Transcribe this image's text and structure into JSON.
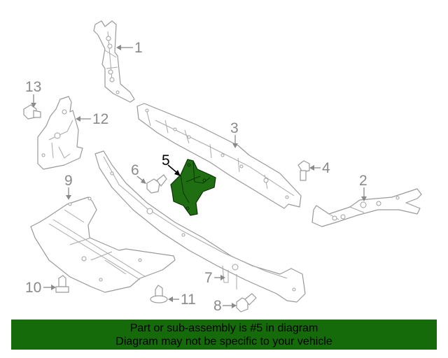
{
  "diagram": {
    "highlighted_part": "5",
    "colors": {
      "highlight": "#1f6e12",
      "banner": "#156a0a",
      "line": "#9a9a9a"
    },
    "callouts": [
      {
        "id": "1",
        "label": "1"
      },
      {
        "id": "2",
        "label": "2"
      },
      {
        "id": "3",
        "label": "3"
      },
      {
        "id": "4",
        "label": "4"
      },
      {
        "id": "5",
        "label": "5"
      },
      {
        "id": "6",
        "label": "6"
      },
      {
        "id": "7",
        "label": "7"
      },
      {
        "id": "8",
        "label": "8"
      },
      {
        "id": "9",
        "label": "9"
      },
      {
        "id": "10",
        "label": "10"
      },
      {
        "id": "11",
        "label": "11"
      },
      {
        "id": "12",
        "label": "12"
      },
      {
        "id": "13",
        "label": "13"
      }
    ]
  },
  "banner": {
    "line1": "Part or sub-assembly is #5 in diagram",
    "line2": "Diagram may not be specific to your vehicle"
  }
}
